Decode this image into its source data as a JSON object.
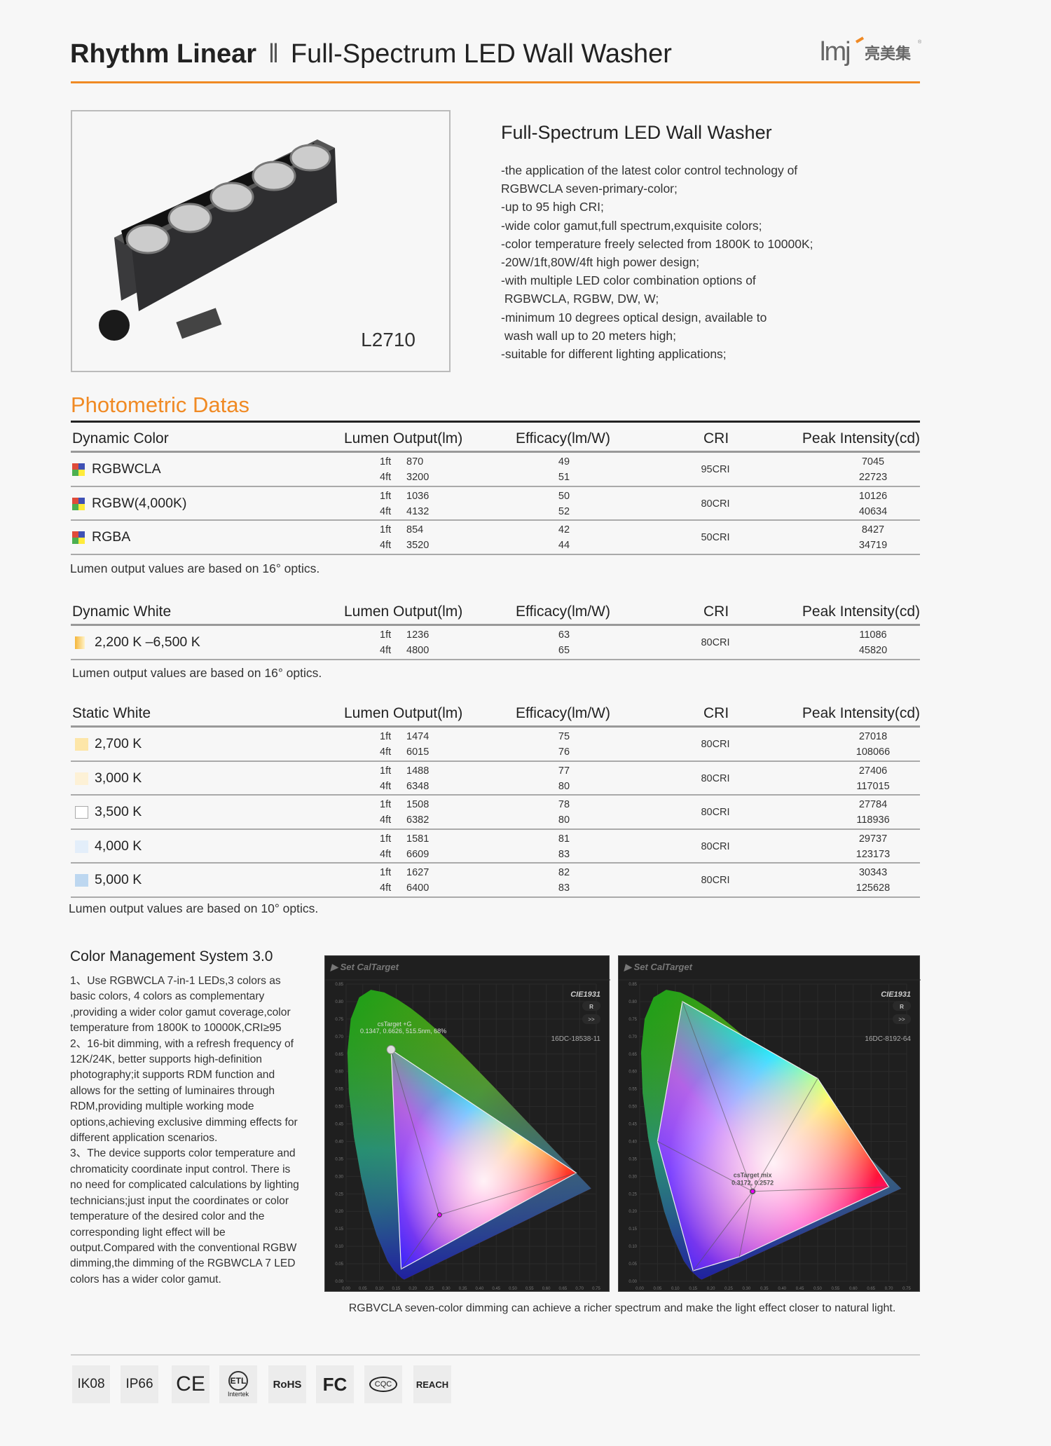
{
  "header": {
    "title_bold": "Rhythm Linear",
    "separator": "‖",
    "title_rest": "Full-Spectrum LED Wall Washer",
    "logo_text": "lmj亮美集",
    "accent": "#f08a24"
  },
  "product": {
    "model": "L2710",
    "heading": "Full-Spectrum LED Wall Washer",
    "features": [
      "-the application of the latest color control technology of",
      "RGBWCLA seven-primary-color;",
      "-up to 95 high CRI;",
      "-wide color gamut,full spectrum,exquisite colors;",
      "-color temperature freely selected from 1800K to 10000K;",
      "-20W/1ft,80W/4ft high power design;",
      "-with multiple LED color combination options of",
      " RGBWCLA, RGBW, DW, W;",
      "-minimum 10 degrees optical design, available to",
      " wash wall up to 20 meters high;",
      "-suitable for different lighting applications;"
    ]
  },
  "photometric": {
    "title": "Photometric Datas",
    "columns": {
      "lumen": "Lumen Output(lm)",
      "efficacy": "Efficacy(lm/W)",
      "cri": "CRI",
      "peak": "Peak Intensity(cd)"
    },
    "tables": [
      {
        "heading": "Dynamic Color",
        "note": "Lumen output values are based on 16° optics.",
        "rows": [
          {
            "name": "RGBWCLA",
            "swatch": "quad",
            "lumen": [
              [
                "1ft",
                "870"
              ],
              [
                "4ft",
                "3200"
              ]
            ],
            "efficacy": [
              "49",
              "51"
            ],
            "cri": "95CRI",
            "peak": [
              "7045",
              "22723"
            ]
          },
          {
            "name": "RGBW(4,000K)",
            "swatch": "quad",
            "lumen": [
              [
                "1ft",
                "1036"
              ],
              [
                "4ft",
                "4132"
              ]
            ],
            "efficacy": [
              "50",
              "52"
            ],
            "cri": "80CRI",
            "peak": [
              "10126",
              "40634"
            ]
          },
          {
            "name": "RGBA",
            "swatch": "quad",
            "lumen": [
              [
                "1ft",
                "854"
              ],
              [
                "4ft",
                "3520"
              ]
            ],
            "efficacy": [
              "42",
              "44"
            ],
            "cri": "50CRI",
            "peak": [
              "8427",
              "34719"
            ]
          }
        ]
      },
      {
        "heading": "Dynamic White",
        "note": "Lumen output values are based on 16° optics.",
        "rows": [
          {
            "name": "2,200 K –6,500 K",
            "swatch": "gradient",
            "lumen": [
              [
                "1ft",
                "1236"
              ],
              [
                "4ft",
                "4800"
              ]
            ],
            "efficacy": [
              "63",
              "65"
            ],
            "cri": "80CRI",
            "peak": [
              "11086",
              "45820"
            ]
          }
        ]
      },
      {
        "heading": "Static White",
        "note": "Lumen output values are based on 10° optics.",
        "rows": [
          {
            "name": "2,700 K",
            "swatch": "#fde6a8",
            "lumen": [
              [
                "1ft",
                "1474"
              ],
              [
                "4ft",
                "6015"
              ]
            ],
            "efficacy": [
              "75",
              "76"
            ],
            "cri": "80CRI",
            "peak": [
              "27018",
              "108066"
            ]
          },
          {
            "name": "3,000 K",
            "swatch": "#fdf1d6",
            "lumen": [
              [
                "1ft",
                "1488"
              ],
              [
                "4ft",
                "6348"
              ]
            ],
            "efficacy": [
              "77",
              "80"
            ],
            "cri": "80CRI",
            "peak": [
              "27406",
              "117015"
            ]
          },
          {
            "name": "3,500 K",
            "swatch": "#ffffff",
            "lumen": [
              [
                "1ft",
                "1508"
              ],
              [
                "4ft",
                "6382"
              ]
            ],
            "efficacy": [
              "78",
              "80"
            ],
            "cri": "80CRI",
            "peak": [
              "27784",
              "118936"
            ]
          },
          {
            "name": "4,000 K",
            "swatch": "#e3eefa",
            "lumen": [
              [
                "1ft",
                "1581"
              ],
              [
                "4ft",
                "6609"
              ]
            ],
            "efficacy": [
              "81",
              "83"
            ],
            "cri": "80CRI",
            "peak": [
              "29737",
              "123173"
            ]
          },
          {
            "name": "5,000 K",
            "swatch": "#bdd7f0",
            "lumen": [
              [
                "1ft",
                "1627"
              ],
              [
                "4ft",
                "6400"
              ]
            ],
            "efficacy": [
              "82",
              "83"
            ],
            "cri": "80CRI",
            "peak": [
              "30343",
              "125628"
            ]
          }
        ]
      }
    ]
  },
  "cms": {
    "title": "Color Management System 3.0",
    "body": "1、Use RGBWCLA 7-in-1 LEDs,3 colors as basic colors, 4 colors as complementary ,providing a wider color gamut coverage,color temperature from 1800K to 10000K,CRI≥95\n2、16-bit dimming, with a refresh frequency of 12K/24K, better supports high-definition photography;it supports RDM function and allows for the setting of luminaires through RDM,providing multiple working mode options,achieving exclusive dimming effects for different application scenarios.\n3、The device supports color temperature and chromaticity coordinate input control. There is no need for complicated calculations by lighting technicians;just input the coordinates or color temperature of the desired color and the corresponding light effect will be output.Compared with the conventional RGBW dimming,the dimming of the RGBWCLA 7 LED colors has a wider color gamut.",
    "caption": "RGBVCLA seven-color dimming can achieve a richer spectrum and make the light effect closer to natural light.",
    "charts": [
      {
        "header": "Set CalTarget",
        "mode": "CIE1931",
        "btn_r": "R",
        "btn_more": ">>",
        "device": "16DC-18538-11",
        "target_label": "csTarget +G",
        "target_value": "0.1347, 0.6626, 515.5nm, 68%",
        "target": [
          0.1347,
          0.6626
        ],
        "gamut": [
          [
            0.1347,
            0.6626
          ],
          [
            0.69,
            0.31
          ],
          [
            0.165,
            0.035
          ]
        ],
        "white": [
          0.28,
          0.19
        ]
      },
      {
        "header": "Set CalTarget",
        "mode": "CIE1931",
        "btn_r": "R",
        "btn_more": ">>",
        "device": "16DC-8192-64",
        "target_label": "csTarget mix",
        "target_value": "0.3172, 0.2572",
        "target": [
          0.3172,
          0.2572
        ],
        "gamut": [
          [
            0.12,
            0.8
          ],
          [
            0.5,
            0.58
          ],
          [
            0.7,
            0.27
          ],
          [
            0.28,
            0.07
          ],
          [
            0.15,
            0.03
          ],
          [
            0.05,
            0.4
          ]
        ],
        "white": [
          0.3172,
          0.2572
        ]
      }
    ],
    "x_ticks": [
      "0.00",
      "0.05",
      "0.10",
      "0.15",
      "0.20",
      "0.25",
      "0.30",
      "0.35",
      "0.40",
      "0.45",
      "0.50",
      "0.55",
      "0.60",
      "0.65",
      "0.70",
      "0.75"
    ],
    "y_ticks": [
      "0.00",
      "0.05",
      "0.10",
      "0.15",
      "0.20",
      "0.25",
      "0.30",
      "0.35",
      "0.40",
      "0.45",
      "0.50",
      "0.55",
      "0.60",
      "0.65",
      "0.70",
      "0.75",
      "0.80",
      "0.85"
    ]
  },
  "certifications": [
    "IK08",
    "IP66",
    "CE",
    "ETL Intertek",
    "RoHS",
    "FC",
    "CQC",
    "REACH"
  ]
}
